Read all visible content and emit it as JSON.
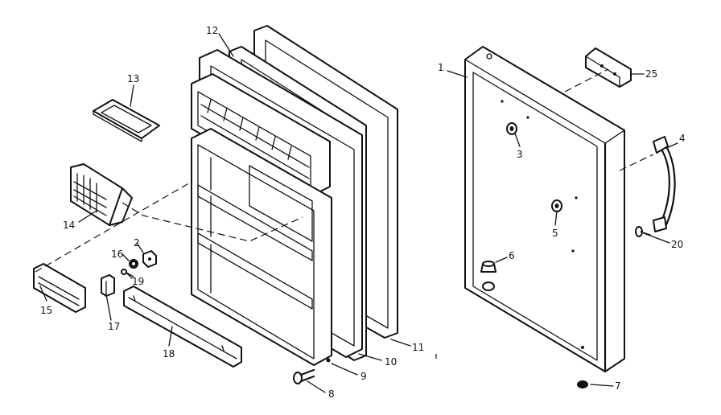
{
  "diagram": {
    "labels": {
      "p1": "1",
      "p2": "2",
      "p3": "3",
      "p4": "4",
      "p5": "5",
      "p6": "6",
      "p7": "7",
      "p8": "8",
      "p9": "9",
      "p10": "10",
      "p11": "11",
      "p12": "12",
      "p13": "13",
      "p14": "14",
      "p15": "15",
      "p16": "16",
      "p17": "17",
      "p18": "18",
      "p19": "19",
      "p20": "20",
      "p25": "25"
    }
  }
}
